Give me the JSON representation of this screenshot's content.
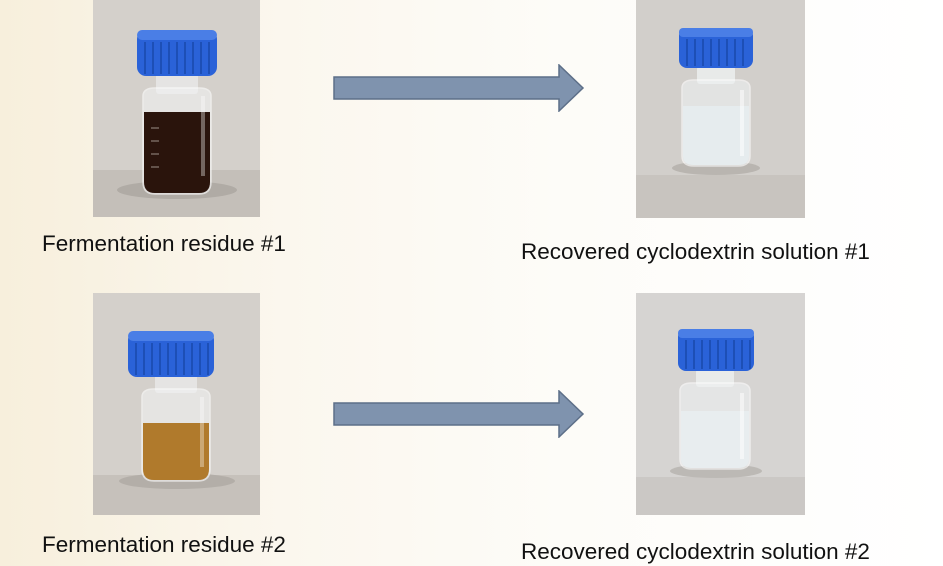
{
  "rows": [
    {
      "residue_label": "Fermentation residue #1",
      "recovered_label": "Recovered cyclodextrin solution #1",
      "residue_liquid": "#2a140c",
      "recovered_liquid": "#e6ecee"
    },
    {
      "residue_label": "Fermentation residue #2",
      "recovered_label": "Recovered cyclodextrin solution #2",
      "residue_liquid": "#b07a2c",
      "recovered_liquid": "#e8edef"
    }
  ],
  "colors": {
    "cap": "#2a62d8",
    "arrow_fill": "#7f93ae",
    "arrow_stroke": "#5d6f88"
  },
  "icons": {
    "bottle": "bottle-icon",
    "arrow": "right-arrow-icon"
  }
}
